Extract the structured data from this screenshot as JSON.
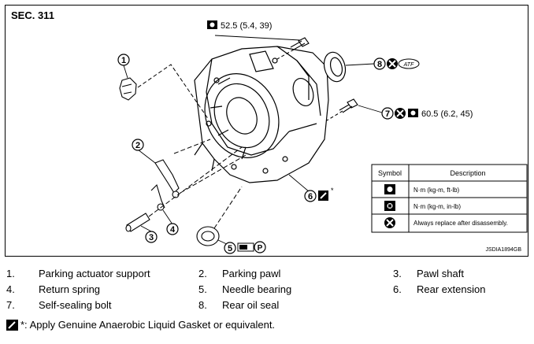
{
  "section": "SEC. 311",
  "image_code": "JSDIA1894GB",
  "callouts": {
    "bolt_top_torque": "52.5 (5.4, 39)",
    "bolt_side_torque": "60.5 (6.2, 45)",
    "atf_label": "ATF",
    "parking_mark": "P",
    "numbers": [
      "1",
      "2",
      "3",
      "4",
      "5",
      "6",
      "7",
      "8"
    ]
  },
  "symbol_table": {
    "header_symbol": "Symbol",
    "header_description": "Description",
    "rows": [
      {
        "icon": "torque-wrench-icon",
        "description": "N·m (kg-m, ft-lb)"
      },
      {
        "icon": "torque-wrench-inlb-icon",
        "description": "N·m (kg-m, in-lb)"
      },
      {
        "icon": "replace-x-icon",
        "description": "Always replace after disassembly."
      }
    ]
  },
  "legend": [
    {
      "num": "1.",
      "name": "Parking actuator support"
    },
    {
      "num": "2.",
      "name": "Parking pawl"
    },
    {
      "num": "3.",
      "name": "Pawl shaft"
    },
    {
      "num": "4.",
      "name": "Return spring"
    },
    {
      "num": "5.",
      "name": "Needle bearing"
    },
    {
      "num": "6.",
      "name": "Rear extension"
    },
    {
      "num": "7.",
      "name": "Self-sealing bolt"
    },
    {
      "num": "8.",
      "name": "Rear oil seal"
    }
  ],
  "note": "*: Apply Genuine Anaerobic Liquid Gasket or equivalent."
}
